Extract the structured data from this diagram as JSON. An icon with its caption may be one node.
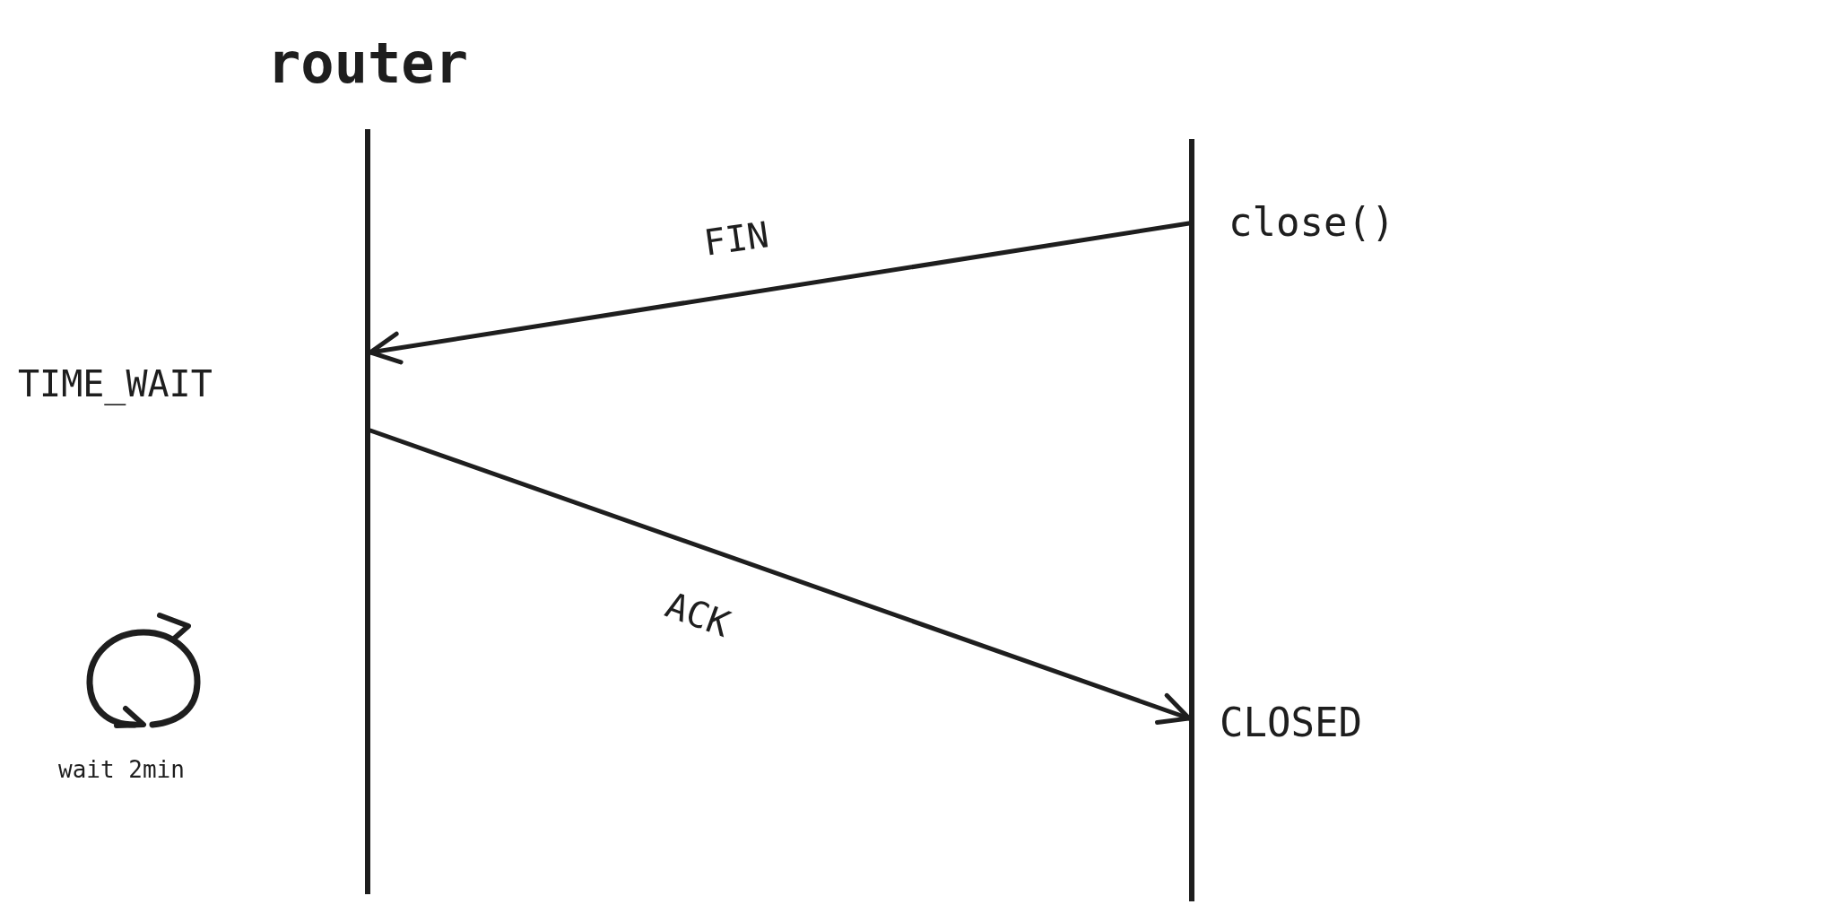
{
  "diagram": {
    "nodes": [
      {
        "text": [
          "router"
        ]
      },
      {
        "text": [],
        "shape": "bar"
      }
    ],
    "edges": [
      {
        "from": 1,
        "to": 0,
        "arrow": "to",
        "label": "FIN"
      },
      {
        "from": 0,
        "to": 1,
        "arrow": "to",
        "label": "ACK"
      }
    ],
    "labels": [
      "close()",
      "TIME_WAIT",
      "CLOSED",
      "wait 2min"
    ]
  }
}
